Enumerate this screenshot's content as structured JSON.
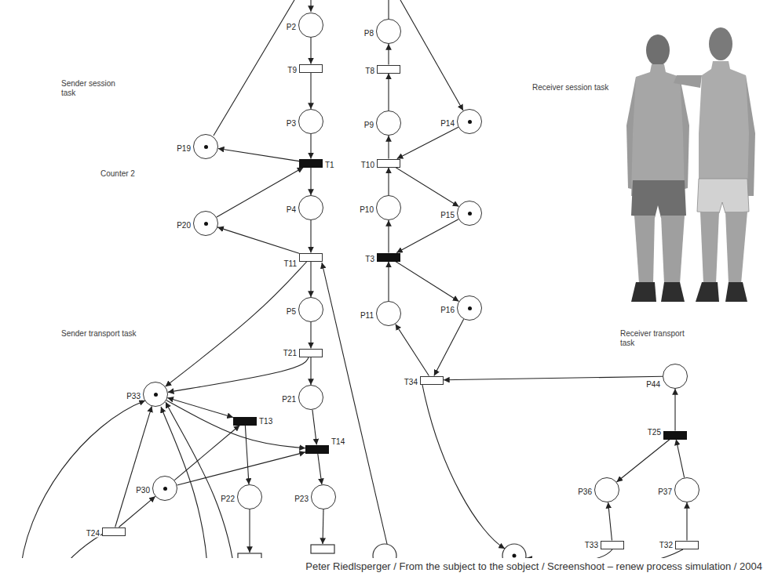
{
  "diagram": {
    "caption": "Peter Riedlsperger / From the subject to the sobject / Screenshoot – renew process simulation / 2004",
    "nodes": [
      {
        "text": [
          "P2"
        ]
      },
      {
        "text": [
          "T9"
        ]
      },
      {
        "text": [
          "P19"
        ]
      },
      {
        "text": [
          "P3"
        ]
      },
      {
        "text": [
          "T1"
        ]
      },
      {
        "text": [
          "P20"
        ]
      },
      {
        "text": [
          "P4"
        ]
      },
      {
        "text": [
          "T11"
        ]
      },
      {
        "text": [
          "P5"
        ]
      },
      {
        "text": [
          "T21"
        ]
      },
      {
        "text": [
          "P33"
        ]
      },
      {
        "text": [
          "P21"
        ]
      },
      {
        "text": [
          "T13"
        ]
      },
      {
        "text": [
          "T14"
        ]
      },
      {
        "text": [
          "P30"
        ]
      },
      {
        "text": [
          "P22"
        ]
      },
      {
        "text": [
          "P23"
        ]
      },
      {
        "text": [
          "T24"
        ]
      },
      {
        "text": [
          "P8"
        ]
      },
      {
        "text": [
          "T8"
        ]
      },
      {
        "text": [
          "P14"
        ]
      },
      {
        "text": [
          "P9"
        ]
      },
      {
        "text": [
          "T10"
        ]
      },
      {
        "text": [
          "P10"
        ]
      },
      {
        "text": [
          "P15"
        ]
      },
      {
        "text": [
          "T3"
        ]
      },
      {
        "text": [
          "P11"
        ]
      },
      {
        "text": [
          "P16"
        ]
      },
      {
        "text": [
          "T34"
        ]
      },
      {
        "text": [
          "P44"
        ]
      },
      {
        "text": [
          "T25"
        ]
      },
      {
        "text": [
          "P36"
        ]
      },
      {
        "text": [
          "P37"
        ]
      },
      {
        "text": [
          "T33"
        ]
      },
      {
        "text": [
          "T32"
        ]
      }
    ],
    "edges": [
      {
        "from": 0,
        "to": 1,
        "arrow": "to"
      },
      {
        "from": 1,
        "to": 3,
        "arrow": "to"
      },
      {
        "from": 3,
        "to": 4,
        "arrow": "to"
      },
      {
        "from": 4,
        "to": 2,
        "arrow": "to"
      },
      {
        "from": 5,
        "to": 4,
        "arrow": "to"
      },
      {
        "from": 4,
        "to": 6,
        "arrow": "to"
      },
      {
        "from": 6,
        "to": 7,
        "arrow": "to"
      },
      {
        "from": 7,
        "to": 5,
        "arrow": "to"
      },
      {
        "from": 7,
        "to": 8,
        "arrow": "to"
      },
      {
        "from": 7,
        "to": 10,
        "arrow": "to"
      },
      {
        "from": 8,
        "to": 9,
        "arrow": "to"
      },
      {
        "from": 9,
        "to": 11,
        "arrow": "to"
      },
      {
        "from": 9,
        "to": 10,
        "arrow": "to"
      },
      {
        "from": 11,
        "to": 13,
        "arrow": "to"
      },
      {
        "from": 10,
        "to": 12,
        "arrow": "both"
      },
      {
        "from": 10,
        "to": 13,
        "arrow": "to"
      },
      {
        "from": 14,
        "to": 12,
        "arrow": "to"
      },
      {
        "from": 14,
        "to": 13,
        "arrow": "to"
      },
      {
        "from": 12,
        "to": 15,
        "arrow": "to"
      },
      {
        "from": 13,
        "to": 16,
        "arrow": "to"
      },
      {
        "from": 17,
        "to": 10,
        "arrow": "to"
      },
      {
        "from": 17,
        "to": 14,
        "arrow": "to"
      },
      {
        "from": 19,
        "to": 18,
        "arrow": "to"
      },
      {
        "from": 21,
        "to": 19,
        "arrow": "to"
      },
      {
        "from": 22,
        "to": 21,
        "arrow": "to"
      },
      {
        "from": 20,
        "to": 22,
        "arrow": "to"
      },
      {
        "from": 23,
        "to": 22,
        "arrow": "to"
      },
      {
        "from": 22,
        "to": 24,
        "arrow": "to"
      },
      {
        "from": 25,
        "to": 23,
        "arrow": "to"
      },
      {
        "from": 24,
        "to": 25,
        "arrow": "to"
      },
      {
        "from": 26,
        "to": 25,
        "arrow": "to"
      },
      {
        "from": 25,
        "to": 27,
        "arrow": "to"
      },
      {
        "from": 27,
        "to": 28,
        "arrow": "to"
      },
      {
        "from": 28,
        "to": 26,
        "arrow": "to"
      },
      {
        "from": 29,
        "to": 28,
        "arrow": "to"
      },
      {
        "from": 30,
        "to": 29,
        "arrow": "to"
      },
      {
        "from": 30,
        "to": 31,
        "arrow": "to"
      },
      {
        "from": 32,
        "to": 30,
        "arrow": "to"
      },
      {
        "from": 33,
        "to": 31,
        "arrow": "to"
      },
      {
        "from": 34,
        "to": 32,
        "arrow": "to"
      }
    ],
    "labels": [
      "Sender session task",
      "Receiver session task",
      "Counter 2",
      "Sender transport task",
      "Receiver transport task"
    ]
  }
}
